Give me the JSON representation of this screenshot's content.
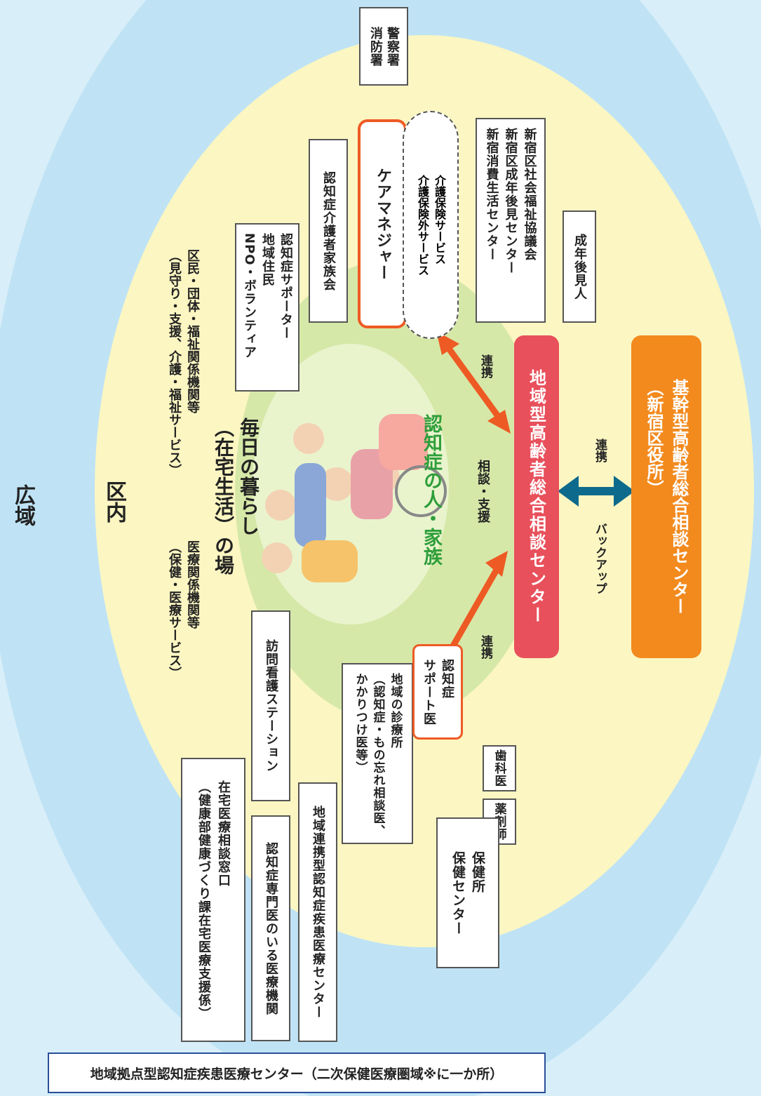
{
  "zones": {
    "wide": "広域",
    "ward": "区内"
  },
  "center_title": [
    "毎日の暮らし",
    "（在宅生活）の場"
  ],
  "person_family": "認知症の人・家族",
  "consult_support": "相談・支援",
  "medical_header": [
    "医療関係機関等",
    "（保健・医療サービス）"
  ],
  "welfare_header": [
    "区民・団体・福祉関係機関等",
    "（見守り・支援、介護・福祉サービス）"
  ],
  "boxes": {
    "police_fire": [
      "警察署",
      "消防署"
    ],
    "welfare_council": [
      "新宿区社会福祉協議会",
      "新宿区成年後見センター",
      "新宿消費生活センター"
    ],
    "guardian": "成年後見人",
    "family_assoc": "認知症介護者家族会",
    "supporters": [
      "認知症サポーター",
      "地域住民",
      "NPO・ボランティア"
    ],
    "care_manager": "ケアマネジャー",
    "care_services": [
      "介護保険サービス",
      "介護保険外サービス"
    ],
    "regional_center": "地域型高齢者総合相談センター",
    "core_center": [
      "基幹型高齢者総合相談センター",
      "（新宿区役所）"
    ],
    "home_medical": [
      "在宅医療相談窓口",
      "（健康部健康づくり課在宅医療支援係）"
    ],
    "specialist_hospital": "認知症専門医のいる医療機関",
    "dementia_center": "地域連携型認知症疾患医療センター",
    "visit_nursing": "訪問看護ステーション",
    "clinic": [
      "地域の診療所",
      "（認知症・もの忘れ相談医、",
      "かかりつけ医等）"
    ],
    "support_doctor": [
      "認知症",
      "サポート医"
    ],
    "dentist": "歯科医",
    "pharmacist": "薬剤師",
    "health_center": [
      "保健所",
      "保健センター"
    ],
    "base_center": "地域拠点型認知症疾患医療センター（二次保健医療圏域※に一か所）"
  },
  "links": {
    "care_link": "連携",
    "clinic_link": "連携",
    "core_link": "連携",
    "backup": "バックアップ"
  },
  "colors": {
    "outer": "#bfe3f5",
    "middle": "#fbf6c2",
    "inner": "#cfe3a0",
    "red": "#e8505b",
    "orange": "#f28a1e",
    "arrow": "#ee5a24",
    "blue_arrow": "#0d6a8c",
    "green_text": "#2e9e3a"
  }
}
